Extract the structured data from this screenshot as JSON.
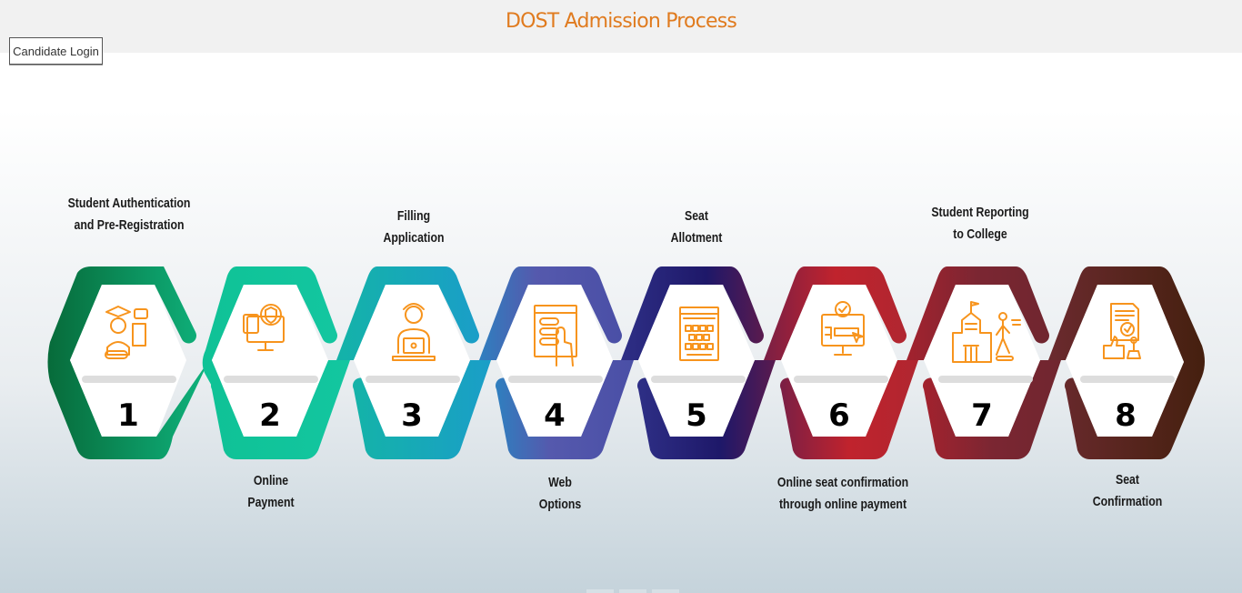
{
  "header": {
    "title": "DOST Admission Process",
    "login_button": "Candidate Login"
  },
  "colors": {
    "title": "#e07b1f",
    "icon": "#f7941d",
    "steps": [
      "#0a8a4a",
      "#14c28e",
      "#17a3c4",
      "#4f5bb0",
      "#231a6e",
      "#c0232d",
      "#7a2530",
      "#4d2414"
    ]
  },
  "steps": [
    {
      "number": "1",
      "label_line1": "Student Authentication",
      "label_line2": "and Pre-Registration",
      "position": "top",
      "icon": "student-graduate-icon"
    },
    {
      "number": "2",
      "label_line1": "Online",
      "label_line2": "Payment",
      "position": "bottom",
      "icon": "secure-payment-monitor-icon"
    },
    {
      "number": "3",
      "label_line1": "Filling",
      "label_line2": "Application",
      "position": "top",
      "icon": "person-laptop-icon"
    },
    {
      "number": "4",
      "label_line1": "Web",
      "label_line2": "Options",
      "position": "bottom",
      "icon": "web-options-click-icon"
    },
    {
      "number": "5",
      "label_line1": "Seat",
      "label_line2": "Allotment",
      "position": "top",
      "icon": "seat-grid-icon"
    },
    {
      "number": "6",
      "label_line1": "Online seat confirmation",
      "label_line2": "through online payment",
      "position": "bottom",
      "icon": "online-payment-check-icon"
    },
    {
      "number": "7",
      "label_line1": "Student Reporting",
      "label_line2": "to College",
      "position": "top",
      "icon": "college-walking-student-icon"
    },
    {
      "number": "8",
      "label_line1": "Seat",
      "label_line2": "Confirmation",
      "position": "bottom",
      "icon": "approved-document-stamp-icon"
    }
  ]
}
